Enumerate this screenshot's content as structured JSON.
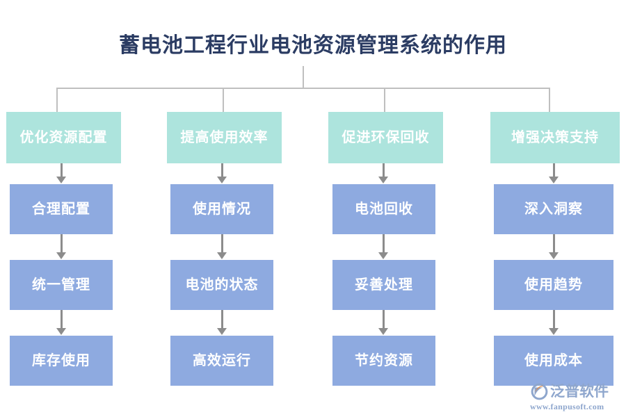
{
  "page": {
    "title": "蓄电池工程行业电池资源管理系统的作用",
    "background_color": "#ffffff",
    "title_color": "#2b3c63"
  },
  "theme": {
    "header_box_color": "#ade4dd",
    "step_box_color": "#8eaae0",
    "connector_color": "#bfbfbf",
    "arrow_color": "#8c8c8c",
    "box_text_color": "#ffffff"
  },
  "chart_data": {
    "type": "diagram",
    "title": "蓄电池工程行业电池资源管理系统的作用",
    "layout": "tree-then-vertical-chains",
    "branches": [
      {
        "header": "优化资源配置",
        "steps": [
          "合理配置",
          "统一管理",
          "库存使用"
        ]
      },
      {
        "header": "提高使用效率",
        "steps": [
          "使用情况",
          "电池的状态",
          "高效运行"
        ]
      },
      {
        "header": "促进环保回收",
        "steps": [
          "电池回收",
          "妥善处理",
          "节约资源"
        ]
      },
      {
        "header": "增强决策支持",
        "steps": [
          "深入洞察",
          "使用趋势",
          "使用成本"
        ]
      }
    ]
  },
  "columns": [
    {
      "header": "优化资源配置",
      "step1": "合理配置",
      "step2": "统一管理",
      "step3": "库存使用"
    },
    {
      "header": "提高使用效率",
      "step1": "使用情况",
      "step2": "电池的状态",
      "step3": "高效运行"
    },
    {
      "header": "促进环保回收",
      "step1": "电池回收",
      "step2": "妥善处理",
      "step3": "节约资源"
    },
    {
      "header": "增强决策支持",
      "step1": "深入洞察",
      "step2": "使用趋势",
      "step3": "使用成本"
    }
  ],
  "watermark": {
    "brand": "泛普软件",
    "url": "www.fanpusoft.com",
    "logo_icon": "fanpu-swoosh-logo-icon",
    "brand_color": "#8ea6cd",
    "accent_color": "#e8883a"
  }
}
